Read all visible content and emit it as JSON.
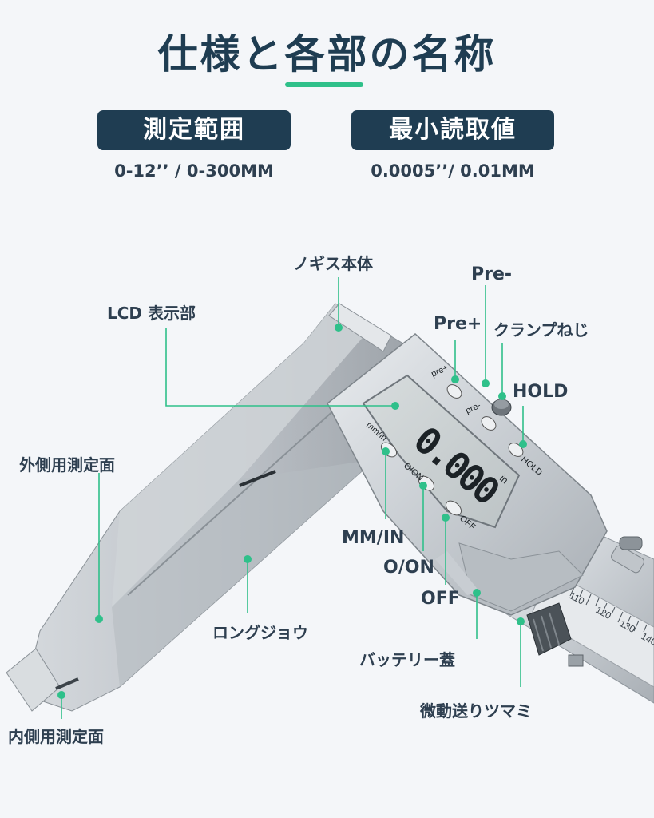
{
  "title": "仕様と各部の名称",
  "specs": [
    {
      "heading": "測定範囲",
      "value": "0-12’’ / 0-300MM"
    },
    {
      "heading": "最小読取値",
      "value": "0.0005’’/ 0.01MM"
    }
  ],
  "parts": {
    "nogisu_body": "ノギス本体",
    "lcd": "LCD 表示部",
    "pre_minus": "Pre-",
    "pre_plus": "Pre+",
    "clamp_screw": "クランプねじ",
    "hold": "HOLD",
    "outer_face": "外側用測定面",
    "mm_in": "MM/IN",
    "o_on": "O/ON",
    "off": "OFF",
    "long_jaw": "ロングジョウ",
    "battery_cover": "バッテリー蓋",
    "fine_knob": "微動送りツマミ",
    "inner_face": "内側用測定面"
  },
  "device": {
    "display_value": "0.000",
    "display_unit": "in",
    "btn_pre_plus": "pre+",
    "btn_pre_minus": "pre-",
    "btn_mm_in": "mm/in",
    "btn_o_on": "O/ON",
    "btn_off": "OFF",
    "btn_hold": "HOLD",
    "scale_marks": [
      "110",
      "120",
      "130",
      "140"
    ]
  },
  "colors": {
    "navy": "#1f3d52",
    "accent_green": "#2fc08a",
    "background": "#f4f6f9"
  }
}
